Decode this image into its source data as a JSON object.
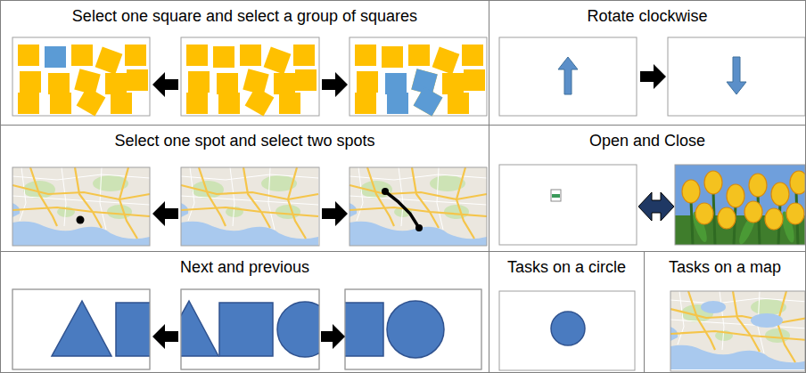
{
  "diagram": {
    "nodes": [
      {
        "text": [
          "Select one square and select a group of squares"
        ]
      },
      {
        "text": [
          "Rotate clockwise"
        ]
      },
      {
        "text": [
          "Select one spot and select two spots"
        ]
      },
      {
        "text": [
          "Open and Close"
        ]
      },
      {
        "text": [
          "Next and previous"
        ]
      },
      {
        "text": [
          "Tasks on a circle"
        ]
      },
      {
        "text": [
          "Tasks on a map"
        ]
      }
    ]
  }
}
